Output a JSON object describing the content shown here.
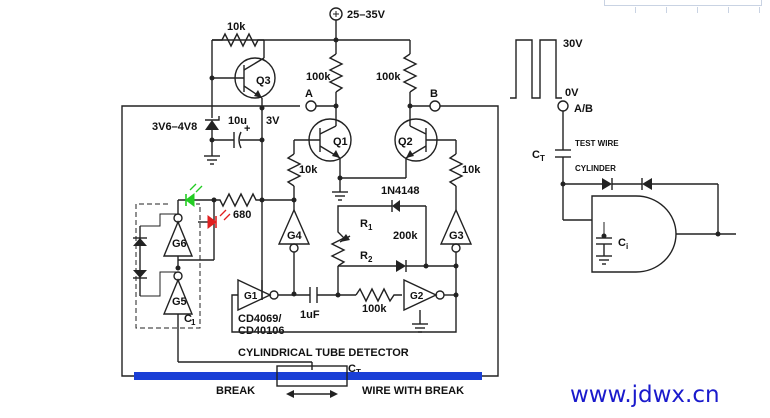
{
  "labels": {
    "supply": "25–35V",
    "r_q3_base": "10k",
    "q3": "Q3",
    "r_a": "100k",
    "r_b": "100k",
    "node_a": "A",
    "node_b": "B",
    "zener": "3V6–4V8",
    "cap_10u": "10u",
    "cap_plus": "+",
    "v3": "3V",
    "q1": "Q1",
    "q2": "Q2",
    "r_q1": "10k",
    "r_q2": "10k",
    "diode_1n4148": "1N4148",
    "r1": "R",
    "r1_sub": "1",
    "r2": "R",
    "r2_sub": "2",
    "pot_200k": "200k",
    "r_680": "680",
    "g6": "G6",
    "g5": "G5",
    "g4": "G4",
    "g3": "G3",
    "g1": "G1",
    "g2": "G2",
    "c1": "C",
    "c1_sub": "1",
    "chip": "CD4069/",
    "chip2": "CD40106",
    "cap_1uf": "1uF",
    "r_100k_osc": "100k",
    "title_detector": "CYLINDRICAL TUBE DETECTOR",
    "ct_bottom": "C",
    "ct_bottom_sub": "T",
    "break_label": "BREAK",
    "wire_break_label": "WIRE WITH BREAK",
    "wave_30v": "30V",
    "wave_0v": "0V",
    "wave_ab": "A/B",
    "ct_right": "C",
    "ct_right_sub": "T",
    "test_wire": "TEST WIRE",
    "cylinder": "CYLINDER",
    "ci": "C",
    "ci_sub": "i",
    "watermark": "www.jdwx.cn"
  },
  "colors": {
    "wire_bar": "#1a3fd6",
    "led_green": "#22cc22",
    "led_red": "#e02020",
    "watermark": "#1a1acc"
  }
}
